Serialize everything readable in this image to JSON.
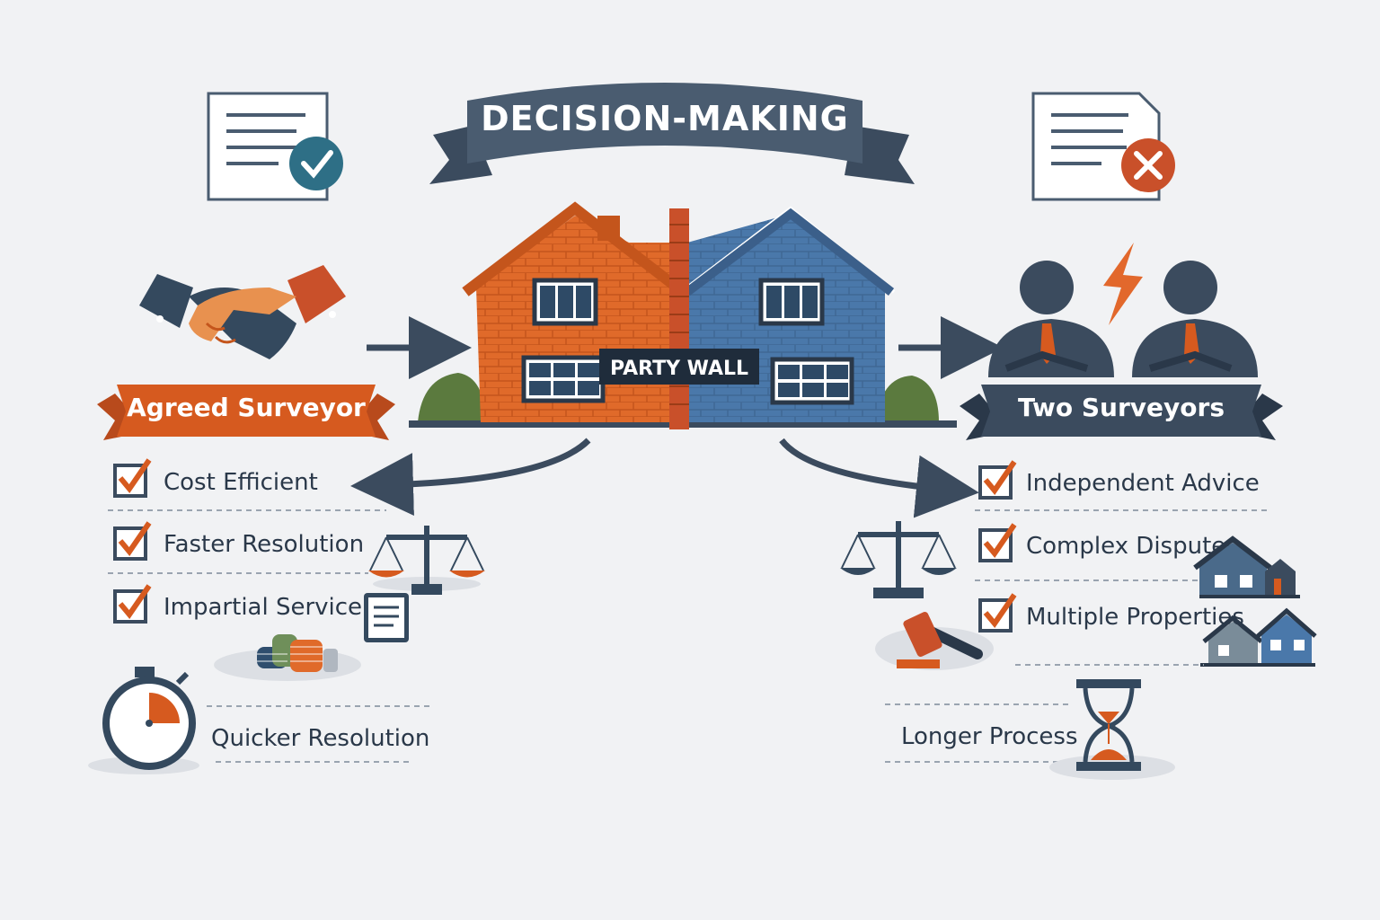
{
  "banner": {
    "title": "DECISION-MAKING"
  },
  "house": {
    "wall_label": "PARTY WALL"
  },
  "left": {
    "title": "Agreed Surveyor",
    "items": [
      "Cost Efficient",
      "Faster Resolution",
      "Impartial Service"
    ],
    "footer": "Quicker Resolution"
  },
  "right": {
    "title": "Two Surveyors",
    "items": [
      "Independent Advice",
      "Complex Disputes",
      "Multiple Properties"
    ],
    "footer": "Longer Process"
  },
  "colors": {
    "orange": "#d65a1f",
    "navy": "#34495e",
    "blue": "#4a76a8",
    "teal": "#2e6f86",
    "background": "#f1f2f4"
  },
  "icons": {
    "left_document": "document-check-icon",
    "right_document": "document-cross-icon",
    "left_top": "handshake-icon",
    "right_top": "arguing-surveyors-icon",
    "left_timer": "stopwatch-icon",
    "right_timer": "hourglass-icon"
  }
}
